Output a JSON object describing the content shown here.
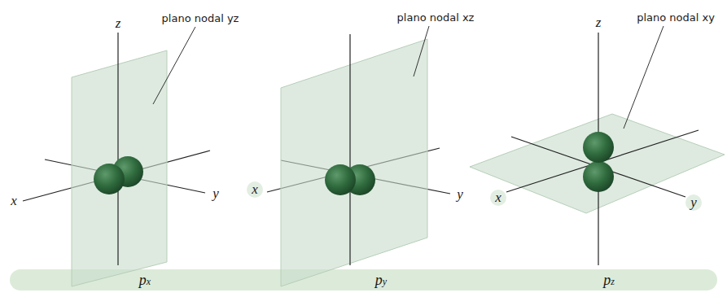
{
  "diagram": {
    "labels": [
      "plano nodal yz",
      "z",
      "x",
      "y",
      "plano nodal xz",
      "x",
      "y",
      "plano nodal xy",
      "z",
      "x",
      "y",
      "px",
      "py",
      "pz"
    ]
  }
}
